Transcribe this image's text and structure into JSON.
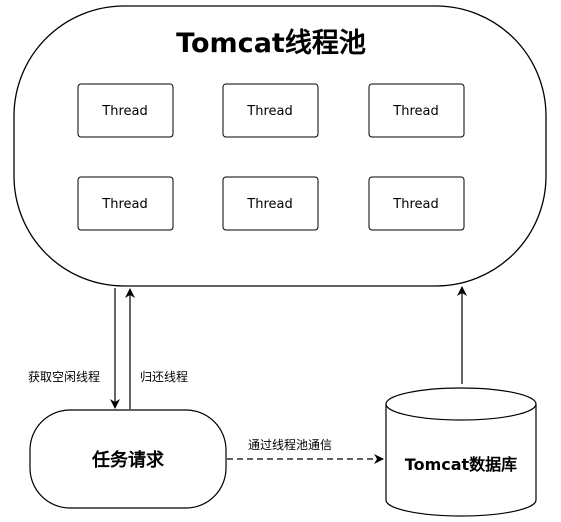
{
  "pool": {
    "title": "Tomcat线程池",
    "threads": [
      {
        "label": "Thread"
      },
      {
        "label": "Thread"
      },
      {
        "label": "Thread"
      },
      {
        "label": "Thread"
      },
      {
        "label": "Thread"
      },
      {
        "label": "Thread"
      }
    ]
  },
  "task": {
    "label": "任务请求"
  },
  "database": {
    "label": "Tomcat数据库"
  },
  "edges": {
    "acquire_label": "获取空闲线程",
    "return_label": "归还线程",
    "pool_comm_label": "通过线程池通信"
  },
  "colors": {
    "stroke": "#000000",
    "background": "#ffffff"
  }
}
